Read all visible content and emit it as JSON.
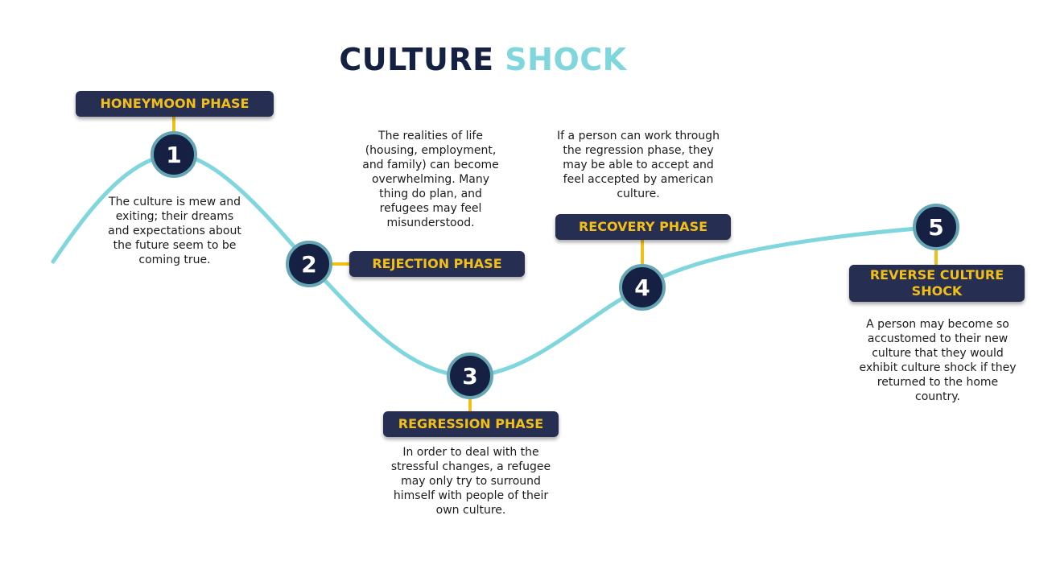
{
  "title": {
    "part1": "CULTURE",
    "part2": "SHOCK"
  },
  "colors": {
    "navy": "#152042",
    "label_bg": "#262e52",
    "label_text": "#f2bf17",
    "accent": "#7fd6dc",
    "node_ring": "#64a6b4",
    "connector": "#f2bf17"
  },
  "phases": [
    {
      "number": "1",
      "label": "HONEYMOON PHASE",
      "description": "The culture is mew and exiting; their dreams and expectations about the future seem to be coming true."
    },
    {
      "number": "2",
      "label": "REJECTION PHASE",
      "description": "The realities of life (housing, employment, and family) can become overwhelming. Many thing do plan, and refugees may feel misunderstood."
    },
    {
      "number": "3",
      "label": "REGRESSION PHASE",
      "description": "In order to deal with the stressful changes, a refugee may only try to surround himself with people of their own culture."
    },
    {
      "number": "4",
      "label": "RECOVERY PHASE",
      "description": "If a person can work through the regression phase, they may be able to accept and feel accepted by american culture."
    },
    {
      "number": "5",
      "label": "REVERSE CULTURE SHOCK",
      "description": "A person may become so accustomed to their new culture that they would exhibit culture shock if they returned to the home country."
    }
  ]
}
